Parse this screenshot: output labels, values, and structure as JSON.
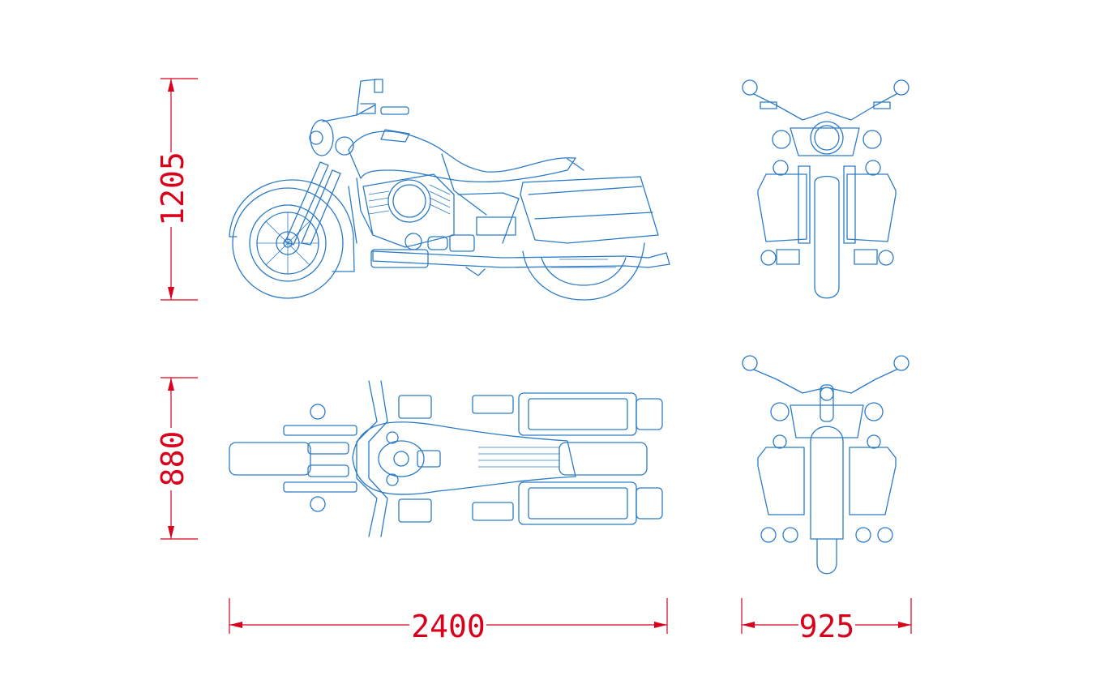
{
  "colors": {
    "line": "#2b7bc7",
    "dimension": "#d9001b",
    "background": "#ffffff"
  },
  "views": {
    "side": {
      "label": "side-view"
    },
    "top": {
      "label": "top-view"
    },
    "front": {
      "label": "front-view"
    },
    "rear": {
      "label": "rear-view"
    }
  },
  "dimensions": {
    "height": "1205",
    "width_top": "880",
    "length": "2400",
    "width_front": "925"
  }
}
